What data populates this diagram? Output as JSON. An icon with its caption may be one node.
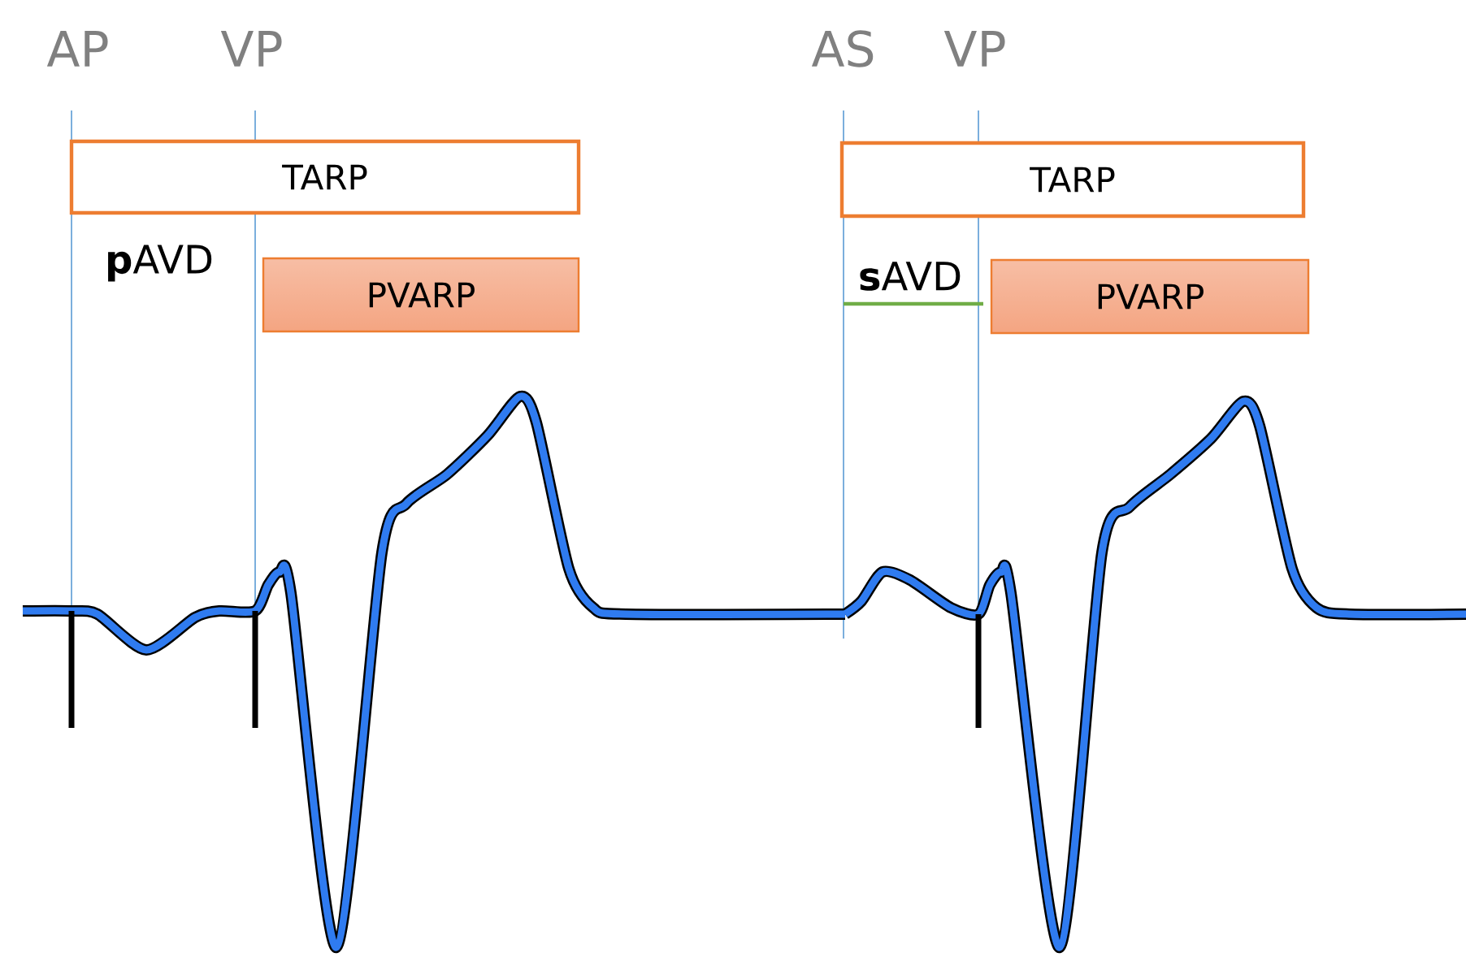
{
  "diagram": {
    "nodes": [
      {
        "text": [
          "TARP"
        ]
      },
      {
        "text": [
          "PVARP"
        ]
      },
      {
        "text": [
          "TARP"
        ]
      },
      {
        "text": [
          "PVARP"
        ]
      }
    ],
    "labels": [
      "AP",
      "VP",
      "**p**AVD",
      "AS",
      "VP",
      "**s**AVD"
    ]
  }
}
